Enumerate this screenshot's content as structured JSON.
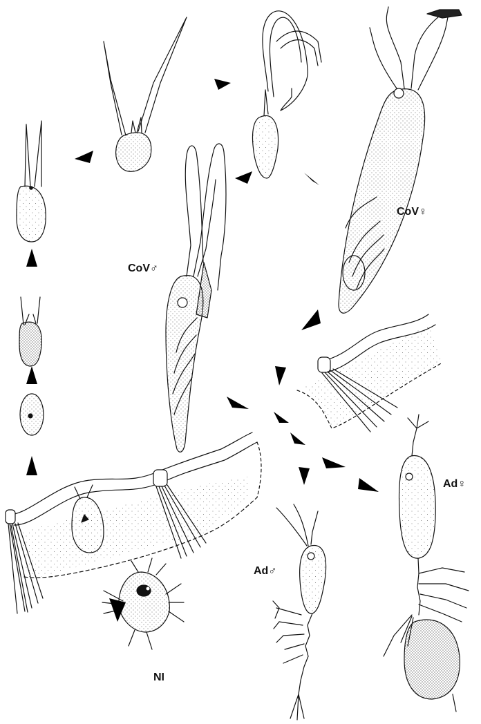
{
  "figure": {
    "labels": {
      "cov_male": "CoV♂",
      "cov_female": "CoV♀",
      "adult_male": "Ad♂",
      "adult_female": "Ad♀",
      "nauplius": "NI"
    },
    "colors": {
      "ink": "#111111",
      "paper": "#ffffff",
      "stipple": "#6a6a6a",
      "arrow": "#000000"
    },
    "stages": [
      "nauplius",
      "attached-larva",
      "cyst-early",
      "cyst-round",
      "cyst-horned",
      "horned-stage-1",
      "horned-stage-2",
      "cov-male",
      "cov-female",
      "adult-male",
      "adult-female"
    ]
  }
}
